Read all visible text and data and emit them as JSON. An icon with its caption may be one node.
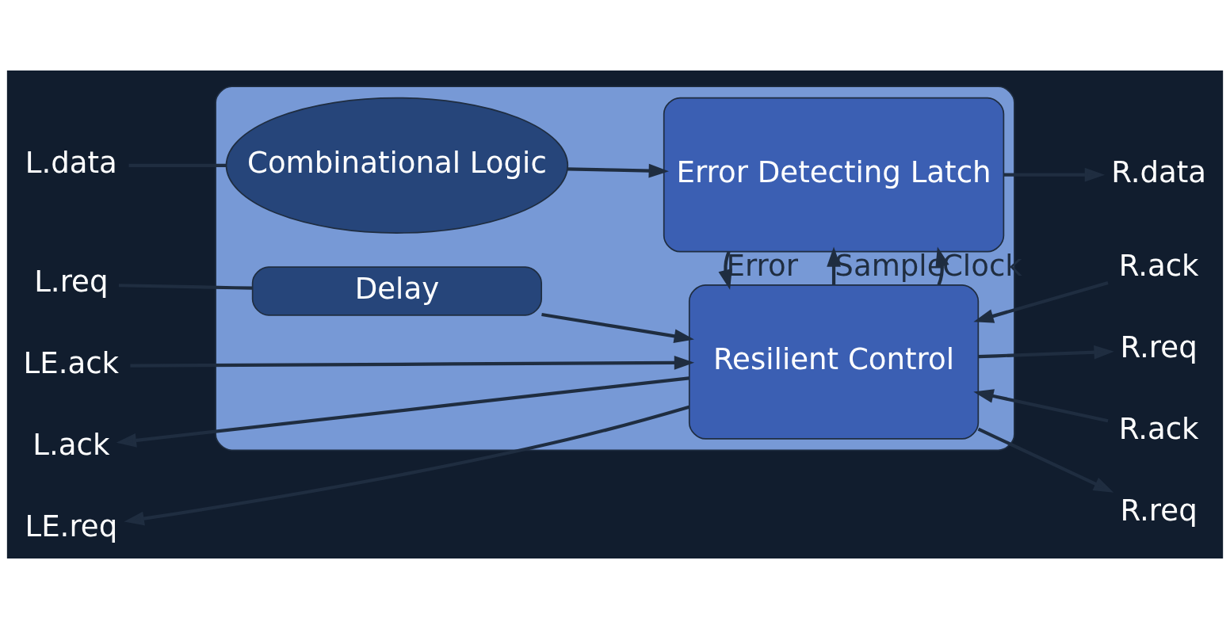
{
  "diagram": {
    "nodes": [
      {
        "text": [],
        "shape": "box"
      },
      {
        "text": [
          "Resilient Control"
        ],
        "in": 0
      },
      {
        "text": [
          "Delay"
        ],
        "in": 0
      },
      {
        "text": [
          "Combinational Logic"
        ],
        "in": 0
      },
      {
        "text": [
          "Error Detecting Latch"
        ],
        "in": 0
      },
      {
        "text": [
          "LE.req"
        ]
      },
      {
        "text": [
          "LE.ack"
        ]
      },
      {
        "text": [
          "L.ack"
        ]
      },
      {
        "text": [
          "L.req"
        ]
      },
      {
        "text": [
          "L.data"
        ]
      },
      {
        "text": [
          "R.ack"
        ]
      },
      {
        "text": [
          "R.req"
        ]
      },
      {
        "text": [
          "R.ack"
        ]
      },
      {
        "text": [
          "R.req"
        ]
      },
      {
        "text": [
          "R.data"
        ]
      }
    ],
    "edges": [
      {
        "from": 1,
        "to": 5,
        "arrow": "to"
      },
      {
        "from": 6,
        "to": 1,
        "arrow": "to"
      },
      {
        "from": 1,
        "to": 7,
        "arrow": "to"
      },
      {
        "from": 8,
        "to": 2,
        "arrow": "none"
      },
      {
        "from": 2,
        "to": 1,
        "arrow": "to"
      },
      {
        "from": 10,
        "to": 1,
        "arrow": "to"
      },
      {
        "from": 1,
        "to": 11,
        "arrow": "to"
      },
      {
        "from": 12,
        "to": 1,
        "arrow": "to"
      },
      {
        "from": 1,
        "to": 13,
        "arrow": "to"
      },
      {
        "from": 1,
        "to": 4,
        "label": "Clock",
        "arrow": "to"
      },
      {
        "from": 1,
        "to": 4,
        "label": "Sample",
        "arrow": "to"
      },
      {
        "from": 4,
        "to": 1,
        "label": "Error",
        "arrow": "to"
      },
      {
        "from": 9,
        "to": 3,
        "arrow": "none"
      },
      {
        "from": 3,
        "to": 4,
        "arrow": "to"
      },
      {
        "from": 4,
        "to": 14,
        "arrow": "to"
      }
    ]
  }
}
